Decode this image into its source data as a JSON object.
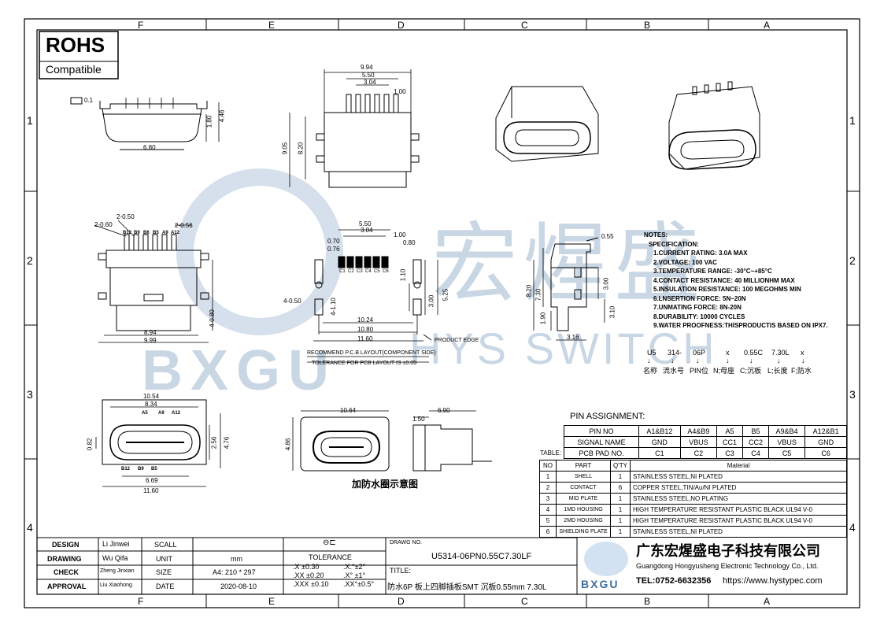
{
  "columns": [
    "F",
    "E",
    "D",
    "C",
    "B",
    "A"
  ],
  "rows": [
    "1",
    "2",
    "3",
    "4"
  ],
  "rohs": {
    "title": "ROHS",
    "subtitle": "Compatible"
  },
  "watermark": {
    "cn": "宏煋盛",
    "en": "HYS SWITCH",
    "logo": "BXGU"
  },
  "dims": {
    "flat": "0.1",
    "w680": "6.80",
    "h180": "1.80",
    "h446": "4.46",
    "d994": "9.94",
    "d550": "5.50",
    "d304": "3.04",
    "d100": "1.00",
    "d905": "9.05",
    "d820": "8.20",
    "p250": "2-0.50",
    "p260": "2-0.60",
    "p256": "2-0.56",
    "p480": "4-0.80",
    "p894": "8.94",
    "p999": "9.99",
    "k550": "5.50",
    "k304": "3.04",
    "k100": "1.00",
    "k070": "0.70",
    "k080": "0.80",
    "k076": "0.76",
    "k110": "1.10",
    "k525": "5.25",
    "k300": "3.00",
    "k410": "4-1.10",
    "k450": "4-0.50",
    "k1024": "10.24",
    "k1080": "10.80",
    "k1160": "11.60",
    "s055": "0.55",
    "s820": "8.20",
    "s730": "7.30",
    "s300": "3.00",
    "s190": "1.90",
    "s310": "3.10",
    "s316": "3.16",
    "f1054": "10.54",
    "f834": "8.34",
    "f082": "0.82",
    "f256": "2.56",
    "f476": "4.76",
    "f669": "6.69",
    "f1160": "11.60",
    "b1064": "10.64",
    "b486": "4.86",
    "b150": "1.50",
    "b690": "6.90"
  },
  "pins": {
    "top": [
      "B12",
      "B9",
      "B6",
      "B5",
      "A9",
      "A12"
    ],
    "pad": [
      "C1",
      "C2",
      "C3",
      "C4",
      "C5",
      "C6"
    ],
    "front": [
      "A5",
      "A9",
      "A12"
    ],
    "front_bottom": [
      "B12",
      "B9",
      "B5"
    ]
  },
  "labels": {
    "product_edge": "PRODUCT EDGE",
    "pcb_layout": "RECOMMEND P.C.B LAYOUT(COMPONENT SIDE)",
    "tolerance_note": "TOLERANCE FOR PCB LAYOUT IS ±0.05",
    "waterproof": "加防水圈示意图"
  },
  "notes": {
    "title": "NOTES:",
    "spec": "SPECIFICATION:",
    "items": [
      "1.CURRENT RATING: 3.0A MAX",
      "2.VOLTAGE: 100 VAC",
      "3.TEMPERATURE RANGE: -30°C~+85°C",
      "4.CONTACT RESISTANCE: 40 MILLIONHM MAX",
      "5.INSULATION RESISTANCE: 100 MEGOHMS MIN",
      "6.LNSERTION FORCE: 5N~20N",
      "7.UNMATING FORCE: 8N-20N",
      "8.DURABILITY: 10000 CYCLES",
      "9.WATER PROOFNESS:THISPRODUCTIS BASED ON IPX7."
    ]
  },
  "code": {
    "parts": [
      "U5",
      "314-",
      "06P",
      "x",
      "0.55C",
      "7.30L",
      "x"
    ],
    "desc": [
      "名称",
      "流水号",
      "PIN位",
      "N;母座",
      "C;沉板",
      "L;长度",
      "F;防水"
    ]
  },
  "pin_assignment": {
    "title": "PIN ASSIGNMENT:",
    "table_label": "TABLE:",
    "header": [
      "PIN NO",
      "A1&B12",
      "A4&B9",
      "A5",
      "B5",
      "A9&B4",
      "A12&B1"
    ],
    "signal": [
      "SIGNAL NAME",
      "GND",
      "VBUS",
      "CC1",
      "CC2",
      "VBUS",
      "GND"
    ],
    "pad": [
      "PCB PAD NO.",
      "C1",
      "C2",
      "C3",
      "C4",
      "C5",
      "C6"
    ]
  },
  "bom": {
    "header": [
      "NO",
      "PART",
      "Q'TY",
      "Material"
    ],
    "rows": [
      [
        "1",
        "SHELL",
        "1",
        "STAINLESS STEEL,NI PLATED"
      ],
      [
        "2",
        "CONTACT",
        "6",
        "COPPER STEEL,TIN/Au/NI PLATED"
      ],
      [
        "3",
        "MID PLATE",
        "1",
        "STAINLESS STEEL,NO PLATING"
      ],
      [
        "4",
        "1MD HOUSING",
        "1",
        "HIGH TEMPERATURE RESISTANT PLASTIC BLACK UL94 V-0"
      ],
      [
        "5",
        "2MD HOUSING",
        "1",
        "HIGH TEMPERATURE RESISTANT PLASTIC BLACK UL94 V-0"
      ],
      [
        "6",
        "SHIELDING PLATE",
        "1",
        "STAINLESS STEEL,NI PLATED"
      ]
    ]
  },
  "titleblock": {
    "design": "DESIGN",
    "design_name": "Li Jinwei",
    "scale": "SCALL",
    "drawing": "DRAWING",
    "drawing_name": "Wu Qifa",
    "unit": "UNIT",
    "unit_val": "mm",
    "check": "CHECK",
    "check_name": "Zheng Jinxian",
    "size": "SIZE",
    "size_val": "A4: 210 * 297",
    "approval": "APPROVAL",
    "approval_name": "Liu Xiaohong",
    "date": "DATE",
    "date_val": "2020-08-10",
    "tolerance": "TOLERANCE",
    "tol": [
      ".X  ±0.30",
      ".XX  ±0.20",
      ".XXX  ±0.10"
    ],
    "ang": [
      ".X.°±2°",
      ".X° ±1°",
      ".XX°±0.5°"
    ],
    "drawing_no_label": "DRAWG NO.",
    "drawing_no": "U5314-06PN0.55C7.30LF",
    "title_label": "TITLE:",
    "title": "防水6P 板上四脚插板SMT 沉板0.55mm 7.30L",
    "company_cn": "广东宏煋盛电子科技有限公司",
    "company_en": "Guangdong Hongyusheng Electronic Technology Co., Ltd.",
    "tel": "TEL:0752-6632356",
    "web": "https://www.hystypec.com",
    "logo": "BXGU"
  }
}
